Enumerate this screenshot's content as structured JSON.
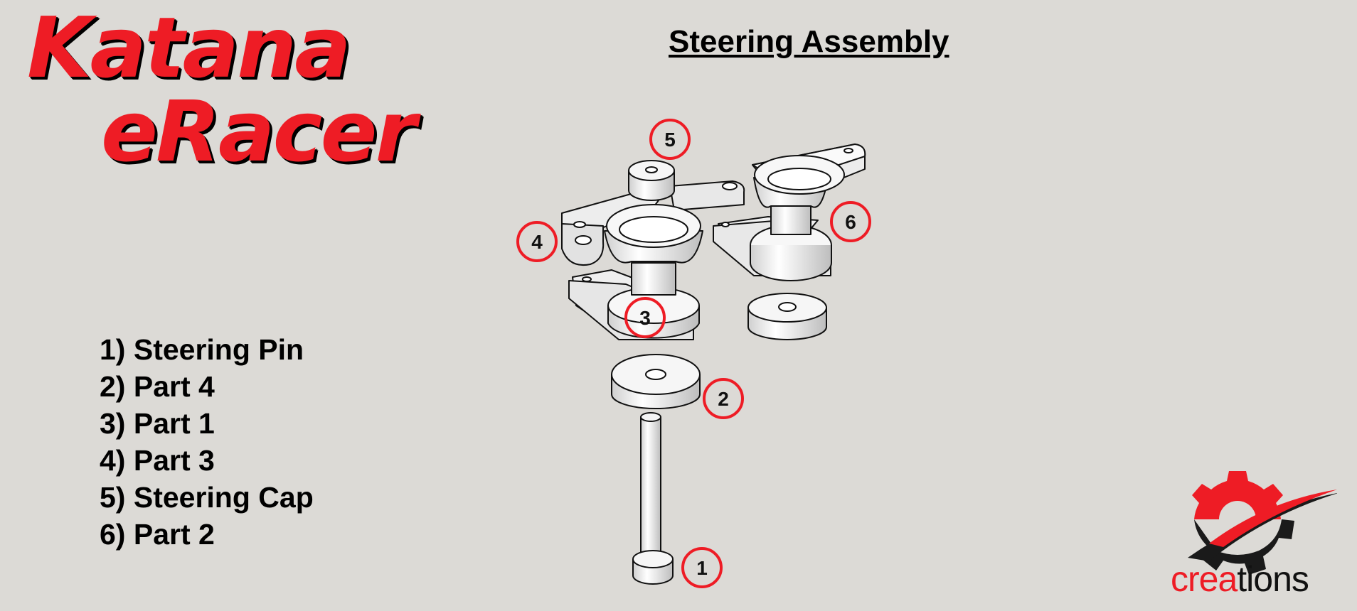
{
  "brand": {
    "line1": "Katana",
    "line2": "eRacer"
  },
  "title": "Steering Assembly",
  "parts": [
    "1) Steering Pin",
    "2) Part 4",
    "3) Part 1",
    "4) Part 3",
    "5) Steering Cap",
    "6) Part 2"
  ],
  "callouts": [
    "1",
    "2",
    "3",
    "4",
    "5",
    "6"
  ],
  "logo": {
    "text_red": "crea",
    "text_dark": "tions"
  },
  "colors": {
    "accent": "#ee1c25",
    "background": "#dcdad6",
    "part_fill": "#f4f4f4",
    "outline": "#111111"
  }
}
